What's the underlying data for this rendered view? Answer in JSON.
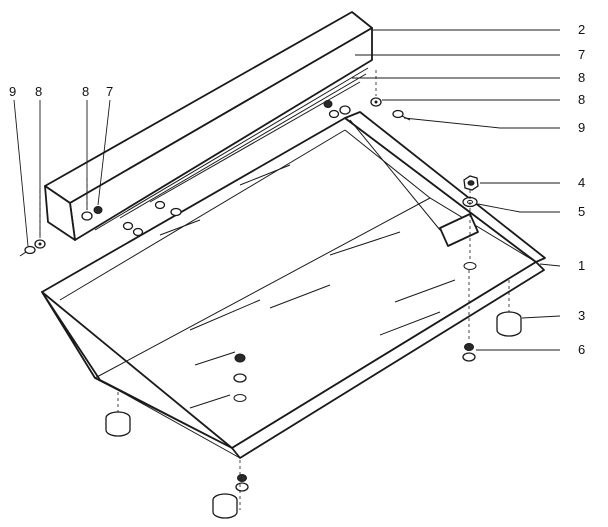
{
  "callouts": {
    "c2": "2",
    "c7_right": "7",
    "c8_right_top": "8",
    "c8_right_bottom": "8",
    "c9_right": "9",
    "c4": "4",
    "c5": "5",
    "c1": "1",
    "c3": "3",
    "c6": "6",
    "c9_left": "9",
    "c8_left_outer": "8",
    "c8_left_inner": "8",
    "c7_left": "7"
  },
  "colors": {
    "line": "#1a1a1a",
    "background": "#ffffff"
  }
}
